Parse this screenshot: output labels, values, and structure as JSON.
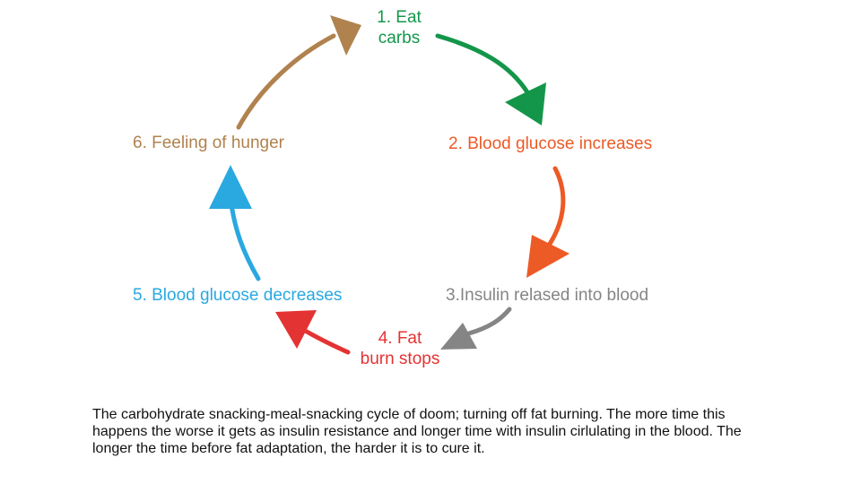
{
  "steps": [
    {
      "lines": [
        "1. Eat",
        "carbs"
      ],
      "color": "#14964a"
    },
    {
      "lines": [
        "2. Blood glucose increases"
      ],
      "color": "#ec5a26"
    },
    {
      "lines": [
        "3.Insulin relased into blood"
      ],
      "color": "#858585"
    },
    {
      "lines": [
        "4. Fat",
        "burn stops"
      ],
      "color": "#e43333"
    },
    {
      "lines": [
        "5. Blood glucose decreases"
      ],
      "color": "#2aa8e0"
    },
    {
      "lines": [
        "6. Feeling of hunger"
      ],
      "color": "#b0824e"
    }
  ],
  "caption": "The carbohydrate snacking-meal-snacking cycle of doom; turning off fat burning. The more time this happens the worse it gets as insulin resistance and longer time with insulin cirlulating in the blood. The longer the time before fat adaptation, the harder it is to cure it."
}
